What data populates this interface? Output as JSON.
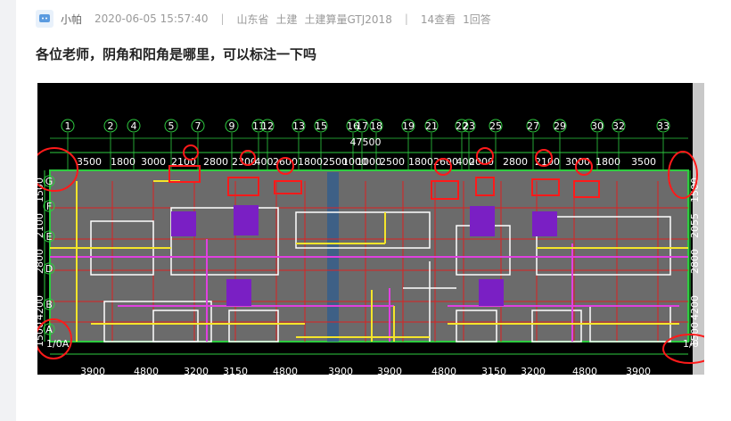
{
  "post": {
    "author": "小帕",
    "date": "2020-06-05 15:57:40",
    "sep1": "|",
    "region": "山东省",
    "discipline": "土建",
    "software": "土建算量GTJ2018",
    "sep2": "|",
    "views": "14查看",
    "replies": "1回答",
    "title": "各位老师，阴角和阳角是哪里，可以标注一下吗"
  },
  "drawing": {
    "top_axes": [
      "1",
      "2",
      "4",
      "5",
      "7",
      "9",
      "11",
      "12",
      "13",
      "15",
      "16",
      "17",
      "18",
      "19",
      "21",
      "22",
      "23",
      "25",
      "27",
      "29",
      "30",
      "32",
      "33"
    ],
    "total_length": "47500",
    "top_dims": [
      "3500",
      "1800",
      "3000",
      "2100",
      "2800",
      "2300",
      "400",
      "2600",
      "1800",
      "2500",
      "1000",
      "1000",
      "2500",
      "1800",
      "2600",
      "400",
      "2000",
      "2800",
      "2100",
      "3000",
      "1800",
      "3500"
    ],
    "bottom_dims": [
      "3900",
      "4800",
      "3200",
      "3150",
      "4800",
      "3900",
      "3900",
      "4800",
      "3150",
      "3200",
      "4800",
      "3900"
    ],
    "left_dims": [
      "1500",
      "2100",
      "2800",
      "4200",
      "1500"
    ],
    "right_dims": [
      "1500",
      "2055",
      "2800",
      "4200",
      "1500"
    ],
    "left_axis_labels": [
      "G",
      "F",
      "E",
      "D",
      "B",
      "A"
    ],
    "left_corner_label": "1/0A",
    "right_corner_label": "1/0"
  }
}
